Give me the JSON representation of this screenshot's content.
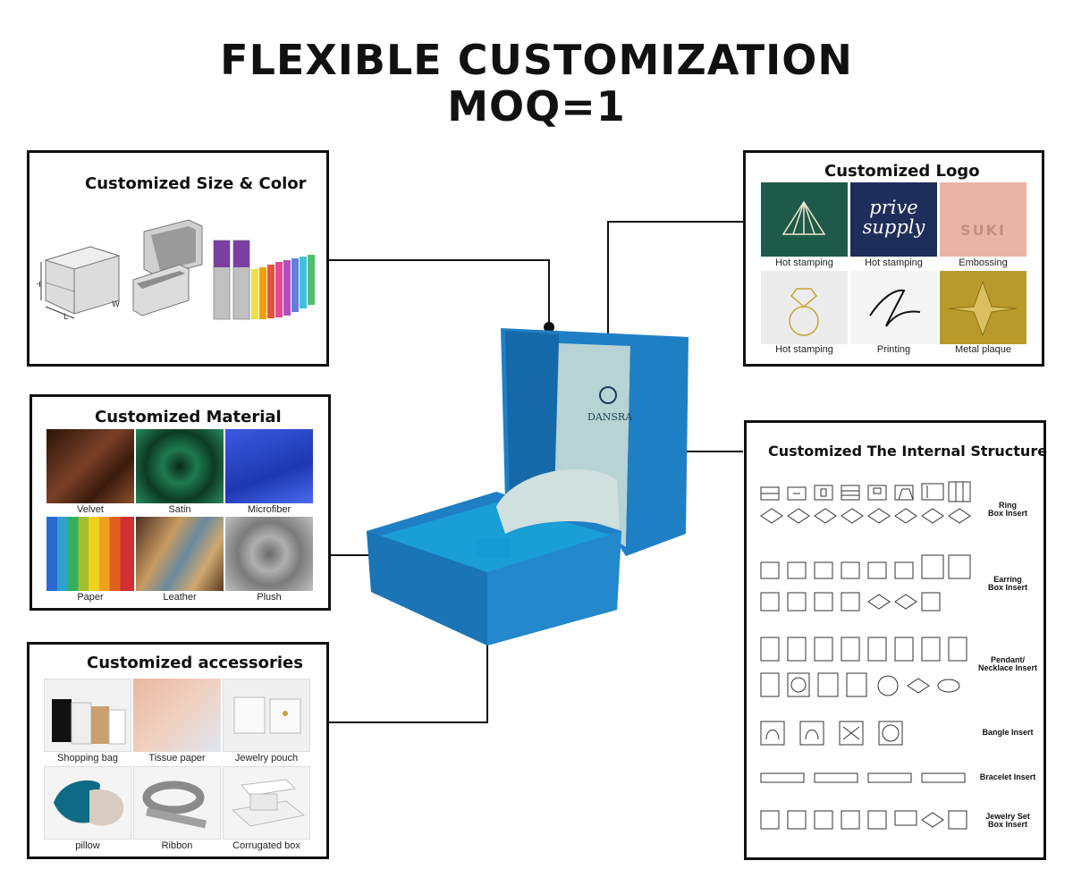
{
  "header": {
    "line1": "FLEXIBLE CUSTOMIZATION",
    "line2": "MOQ=1"
  },
  "size_panel": {
    "title": "Customized Size & Color",
    "dim_h": "H",
    "dim_l": "L",
    "dim_w": "W"
  },
  "logo_panel": {
    "title": "Customized Logo",
    "items": [
      {
        "label": "Hot stamping",
        "text": ""
      },
      {
        "label": "Hot stamping",
        "text": "prive supply"
      },
      {
        "label": "Embossing",
        "text": "SUKI"
      },
      {
        "label": "Hot stamping",
        "text": ""
      },
      {
        "label": "Printing",
        "text": ""
      },
      {
        "label": "Metal plaque",
        "text": ""
      }
    ]
  },
  "material_panel": {
    "title": "Customized Material",
    "items": [
      {
        "label": "Velvet",
        "color": "#5a2d1d"
      },
      {
        "label": "Satin",
        "color": "#1d5a3c"
      },
      {
        "label": "Microfiber",
        "color": "#2f4fd0"
      },
      {
        "label": "Paper",
        "color": "#e8a82a"
      },
      {
        "label": "Leather",
        "color": "#b8864e"
      },
      {
        "label": "Plush",
        "color": "#9a9a9a"
      }
    ]
  },
  "accessories_panel": {
    "title": "Customized accessories",
    "items": [
      {
        "label": "Shopping bag"
      },
      {
        "label": "Tissue paper"
      },
      {
        "label": "Jewelry pouch"
      },
      {
        "label": "pillow"
      },
      {
        "label": "Ribbon"
      },
      {
        "label": "Corrugated box"
      }
    ]
  },
  "structure_panel": {
    "title": "Customized The Internal Structure",
    "rows": [
      {
        "label_1": "Ring",
        "label_2": "Box Insert"
      },
      {
        "label_1": "Earring",
        "label_2": "Box Insert"
      },
      {
        "label_1": "Pendant/",
        "label_2": "Necklace Insert"
      },
      {
        "label_1": "Bangle Insert",
        "label_2": ""
      },
      {
        "label_1": "Bracelet Insert",
        "label_2": ""
      },
      {
        "label_1": "Jewelry Set",
        "label_2": "Box Insert"
      }
    ]
  },
  "product": {
    "brand": "DANSRA",
    "box_color": "#1f7fc4",
    "inner_color": "#b7d3d3"
  }
}
